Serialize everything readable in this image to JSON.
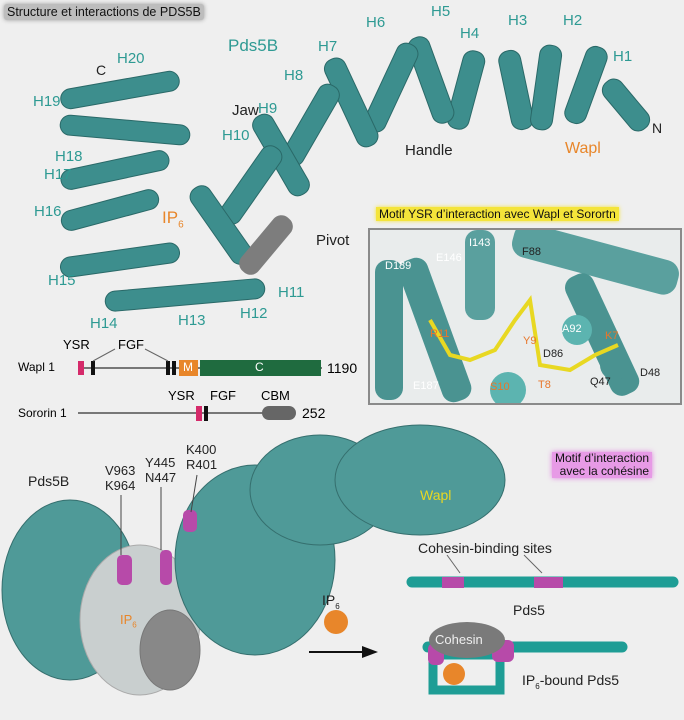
{
  "title": "Structure et interactions de PDS5B",
  "structure": {
    "protein_label": "Pds5B",
    "helices": [
      "H1",
      "H2",
      "H3",
      "H4",
      "H5",
      "H6",
      "H7",
      "H8",
      "H9",
      "H10",
      "H11",
      "H12",
      "H13",
      "H14",
      "H15",
      "H16",
      "H17",
      "H18",
      "H19",
      "H20"
    ],
    "regions": {
      "jaw": "Jaw",
      "handle": "Handle",
      "pivot": "Pivot"
    },
    "wapl_label": "Wapl",
    "ip6_label": "IP",
    "ip6_sub": "6",
    "c_term": "C",
    "n_term": "N"
  },
  "inset": {
    "title": "Motif YSR d’interaction avec Wapl et Sorortn",
    "residues_pds5b": [
      "D189",
      "E146",
      "I143",
      "F88",
      "A92",
      "D86",
      "Q47",
      "D48",
      "E187"
    ],
    "residues_wapl": [
      "R11",
      "Y9",
      "K7",
      "S10",
      "T8"
    ]
  },
  "domains": {
    "wapl": {
      "name": "Wapl 1",
      "ysr": "YSR",
      "fgf": "FGF",
      "m": "M",
      "c": "C",
      "length": "1190"
    },
    "sororin": {
      "name": "Sororin 1",
      "ysr": "YSR",
      "fgf": "FGF",
      "cbm": "CBM",
      "length": "252"
    }
  },
  "surface": {
    "protein_label": "Pds5B",
    "sites": [
      {
        "l1": "V963",
        "l2": "K964"
      },
      {
        "l1": "Y445",
        "l2": "N447"
      },
      {
        "l1": "K400",
        "l2": "R401"
      }
    ],
    "wapl_label": "Wapl",
    "ip6_label": "IP",
    "ip6_sub": "6"
  },
  "motif_label": {
    "line1": "Motif d’interaction",
    "line2": "avec la cohésine"
  },
  "schematic": {
    "binding_sites": "Cohesin-binding sites",
    "pds5": "Pds5",
    "ip6": "IP",
    "ip6_sub": "6",
    "cohesin": "Cohesin",
    "bound_prefix": "IP",
    "bound_sub": "6",
    "bound_suffix": "-bound Pds5"
  },
  "colors": {
    "teal": "#2e9a93",
    "magenta": "#c2409e",
    "orange": "#e8862a",
    "yellow": "#f4e43a",
    "green": "#1f6b3f",
    "gray": "#777777"
  }
}
